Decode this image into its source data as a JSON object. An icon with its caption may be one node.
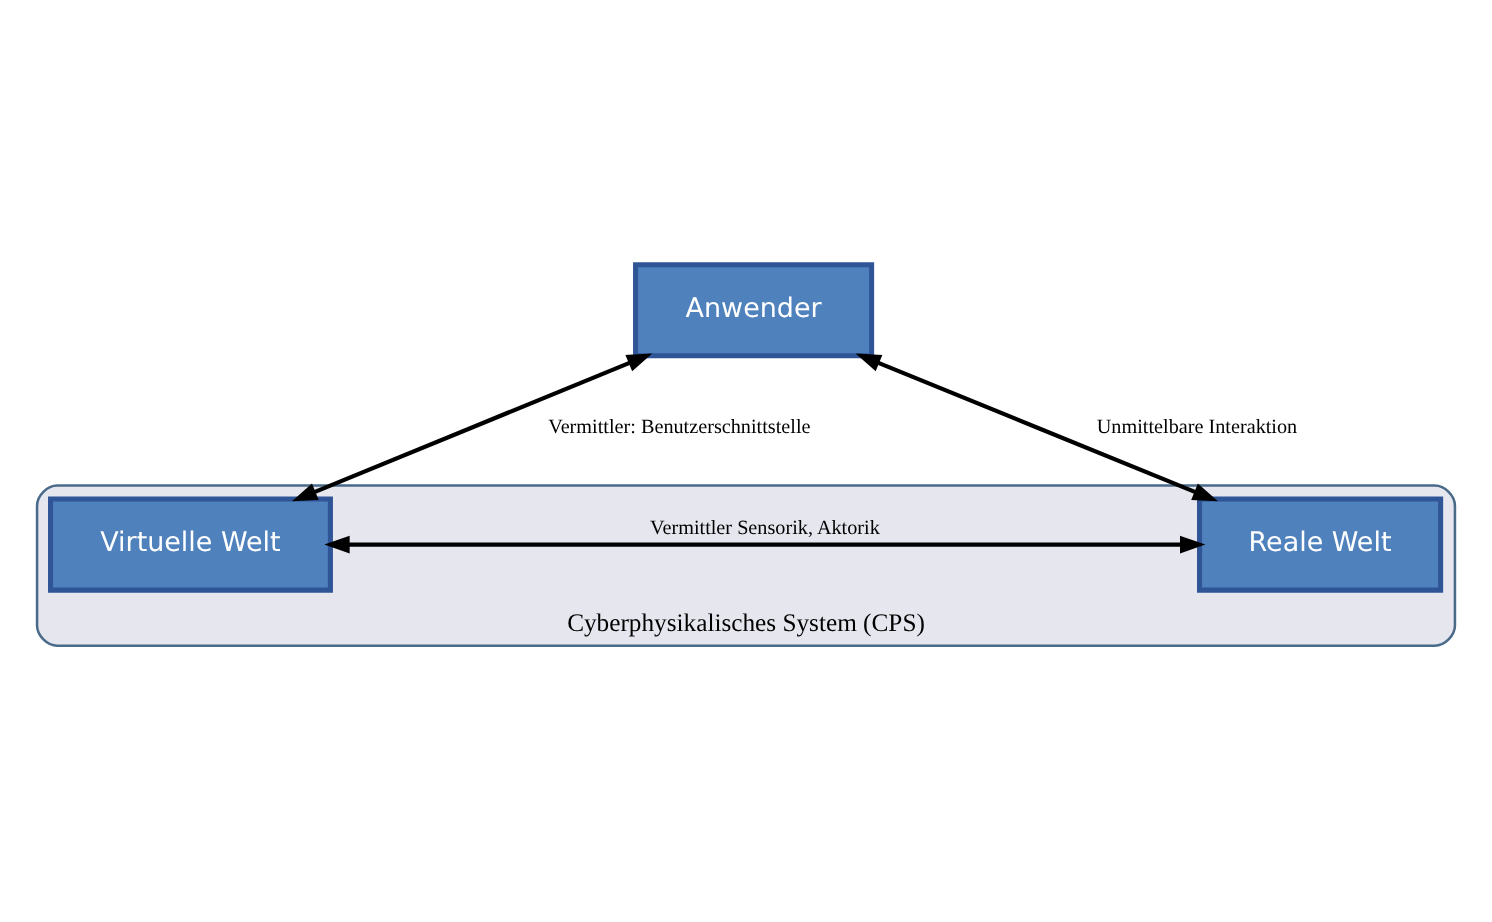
{
  "diagram": {
    "nodes": [
      {
        "text": [
          "Anwender"
        ]
      },
      {
        "text": [
          "Cyberphysikalisches System (CPS)"
        ]
      },
      {
        "text": [
          "Virtuelle Welt"
        ],
        "in": 1
      },
      {
        "text": [
          "Reale Welt"
        ],
        "in": 1
      }
    ],
    "edges": [
      {
        "from": 0,
        "to": 2,
        "arrow": "both",
        "label": "Vermittler: Benutzerschnittstelle"
      },
      {
        "from": 0,
        "to": 3,
        "arrow": "both",
        "label": "Unmittelbare Interaktion"
      },
      {
        "from": 2,
        "to": 3,
        "arrow": "both",
        "label": "Vermittler Sensorik, Aktorik"
      }
    ]
  }
}
